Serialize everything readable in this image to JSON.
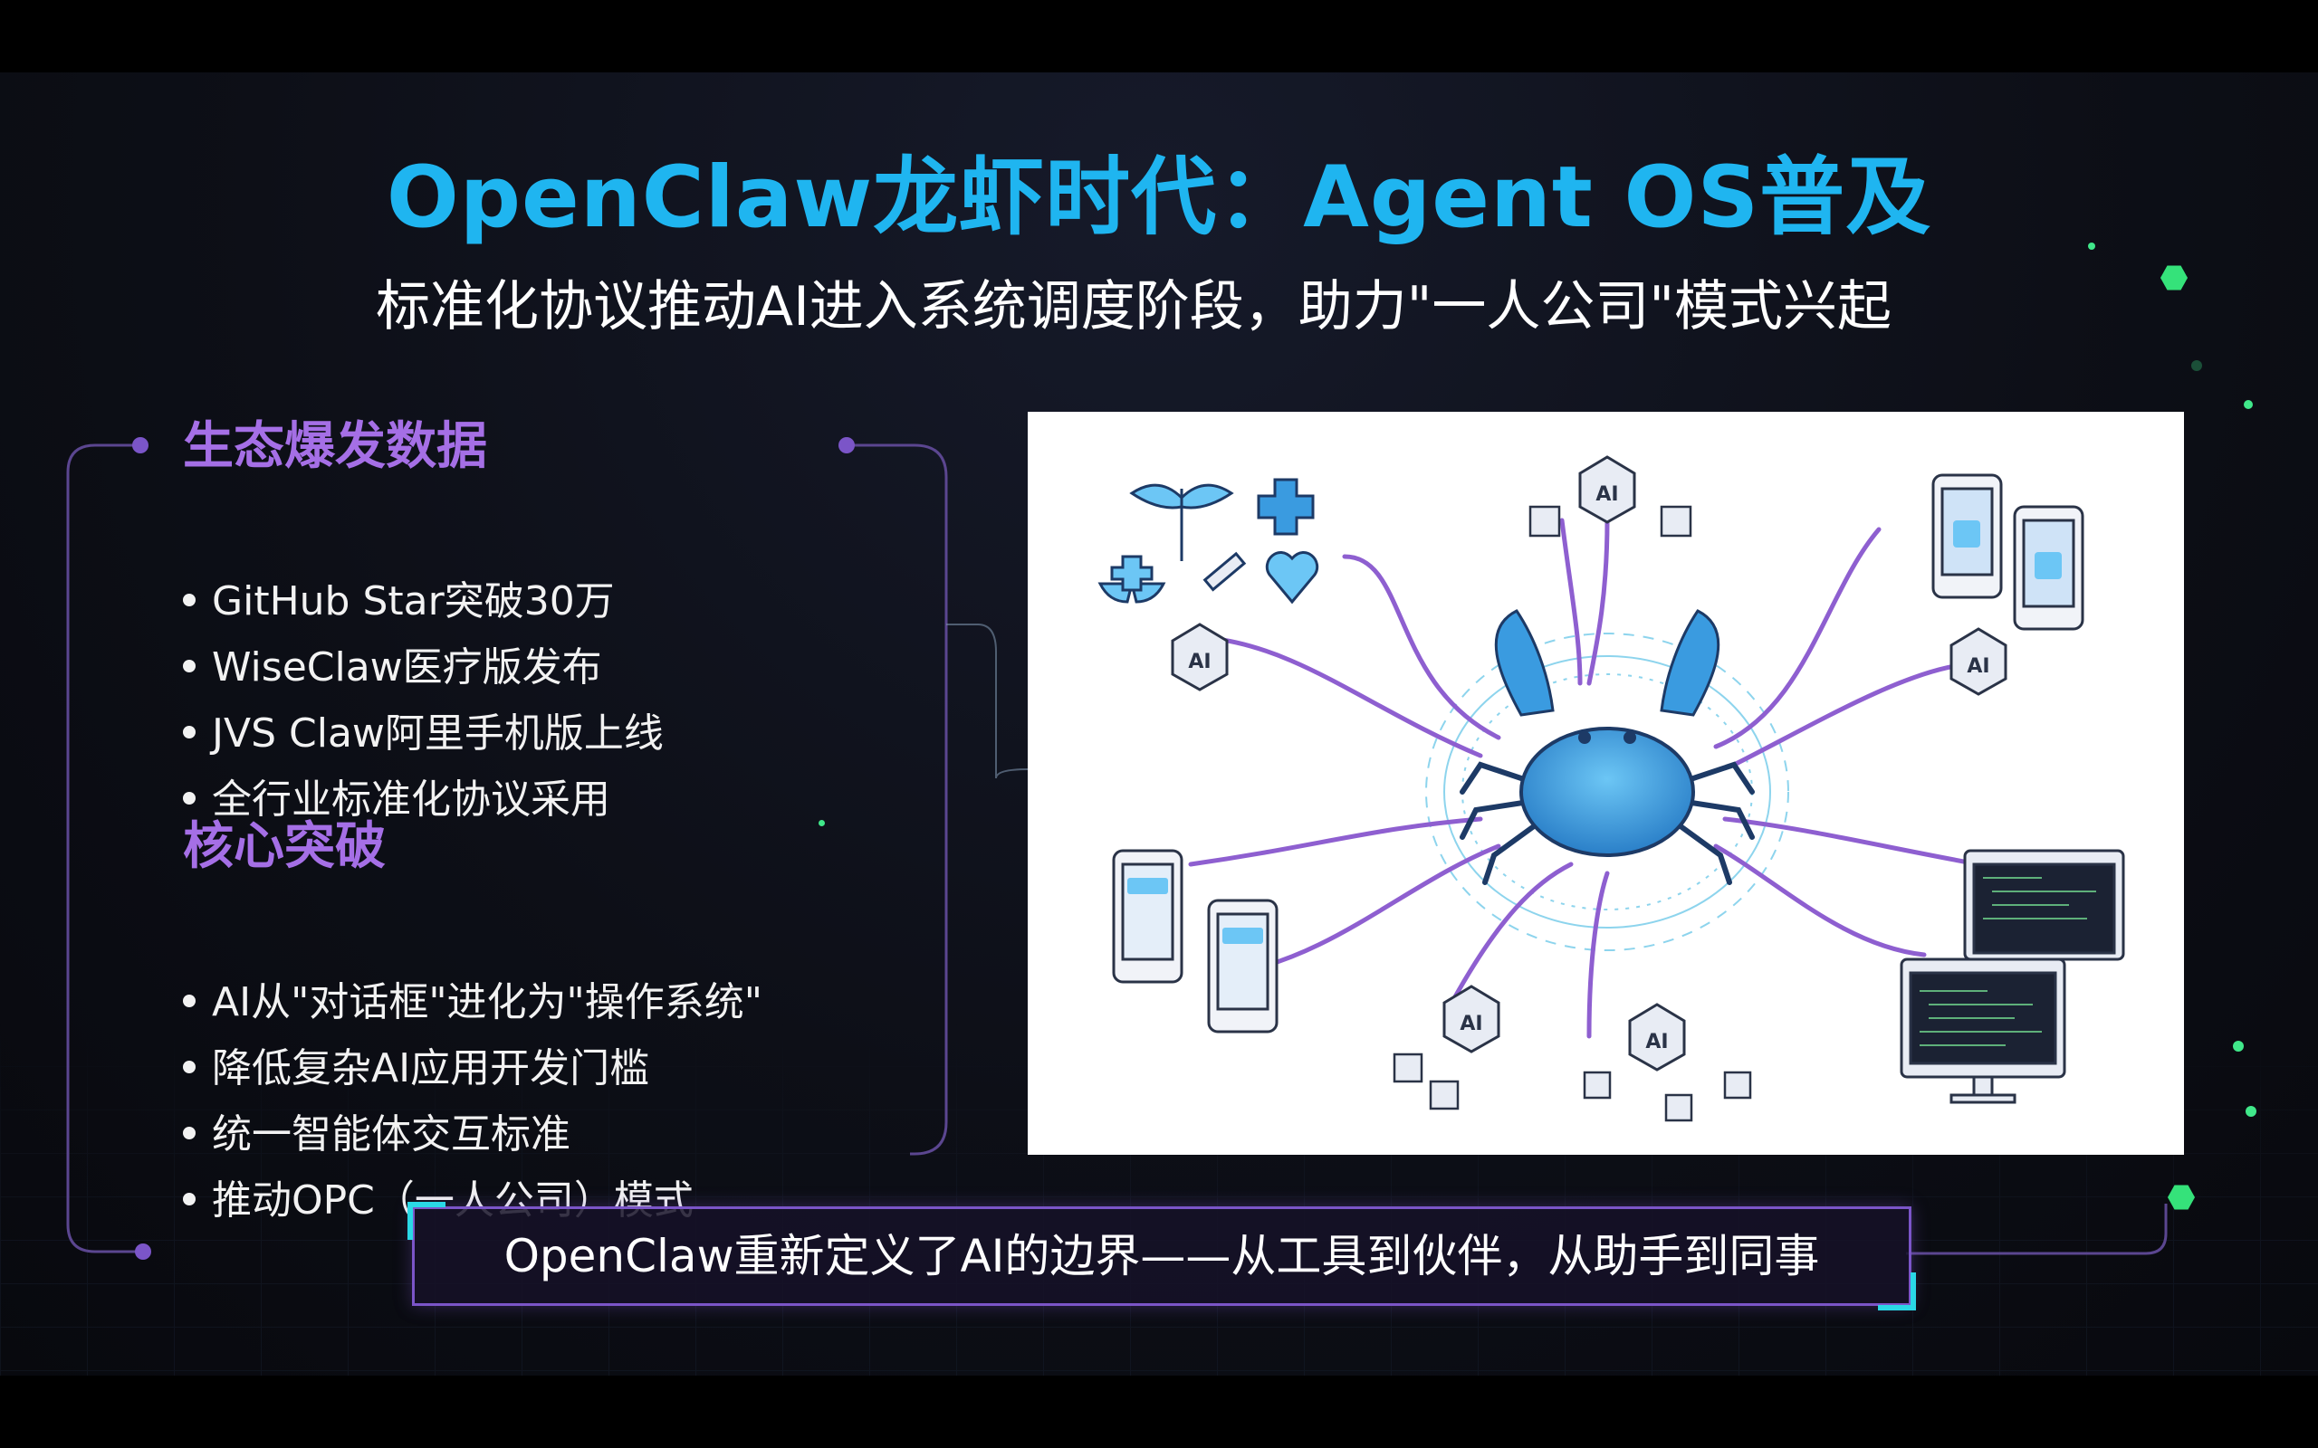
{
  "slide": {
    "title": "OpenClaw龙虾时代：Agent OS普及",
    "subtitle": "标准化协议推动AI进入系统调度阶段，助力\"一人公司\"模式兴起",
    "sections": [
      {
        "heading": "生态爆发数据",
        "items": [
          "GitHub Star突破30万",
          "WiseClaw医疗版发布",
          "JVS Claw阿里手机版上线",
          "全行业标准化协议采用"
        ]
      },
      {
        "heading": "核心突破",
        "items": [
          "AI从\"对话框\"进化为\"操作系统\"",
          "降低复杂AI应用开发门槛",
          "统一智能体交互标准",
          "推动OPC（一人公司）模式"
        ]
      }
    ],
    "banner": "OpenClaw重新定义了AI的边界——从工具到伙伴，从助手到同事",
    "illustration": {
      "cube_labels": [
        "AI",
        "AI",
        "AI",
        "AI",
        "AI"
      ]
    }
  },
  "colors": {
    "title": "#1fb5f0",
    "section_heading": "#a56fe6",
    "frame_line": "#7b55c8",
    "accent_cyan": "#2ad8e6",
    "accent_green": "#35e27a",
    "crab": "#3a9be0",
    "cable": "#8e5fd0"
  }
}
